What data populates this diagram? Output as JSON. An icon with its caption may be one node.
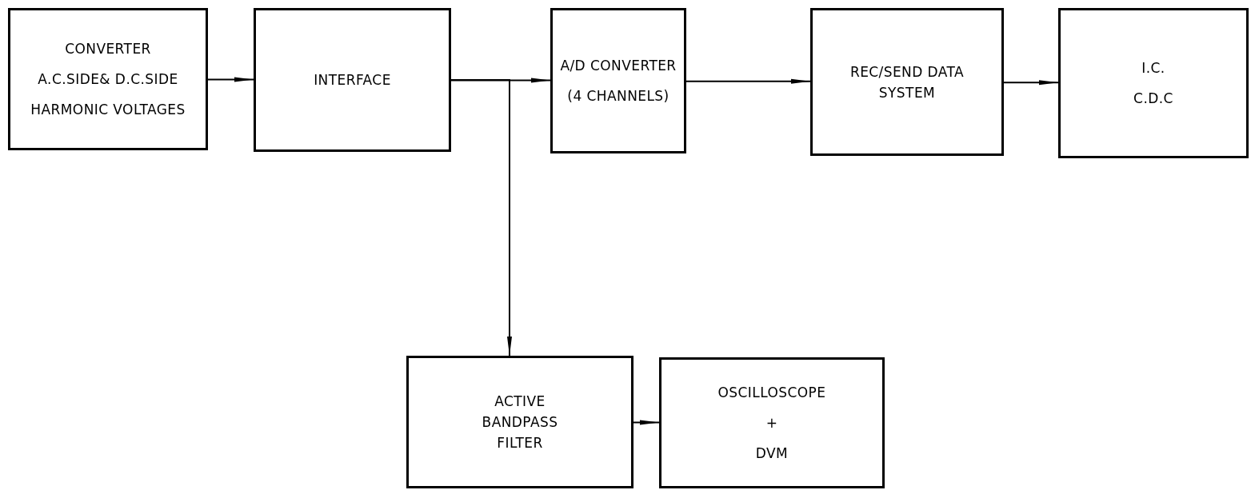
{
  "diagram": {
    "nodes": [
      {
        "text": [
          "CONVERTER",
          "A.C.SIDE& D.C.SIDE",
          "HARMONIC VOLTAGES"
        ]
      },
      {
        "text": [
          "INTERFACE"
        ]
      },
      {
        "text": [
          "A/D CONVERTER",
          "(4 CHANNELS)"
        ]
      },
      {
        "text": [
          "REC/SEND DATA SYSTEM"
        ]
      },
      {
        "text": [
          "I.C.",
          "C.D.C"
        ]
      },
      {
        "text": [
          "ACTIVE BANDPASS FILTER"
        ]
      },
      {
        "text": [
          "OSCILLOSCOPE",
          "+",
          "DVM"
        ]
      }
    ],
    "edges": [
      {
        "from": 0,
        "to": 1,
        "arrow": "to"
      },
      {
        "from": 1,
        "to": 2,
        "arrow": "to"
      },
      {
        "from": 1,
        "to": 5,
        "arrow": "to"
      },
      {
        "from": 2,
        "to": 3,
        "arrow": "to"
      },
      {
        "from": 3,
        "to": 4,
        "arrow": "to"
      },
      {
        "from": 5,
        "to": 6,
        "arrow": "to"
      }
    ]
  }
}
